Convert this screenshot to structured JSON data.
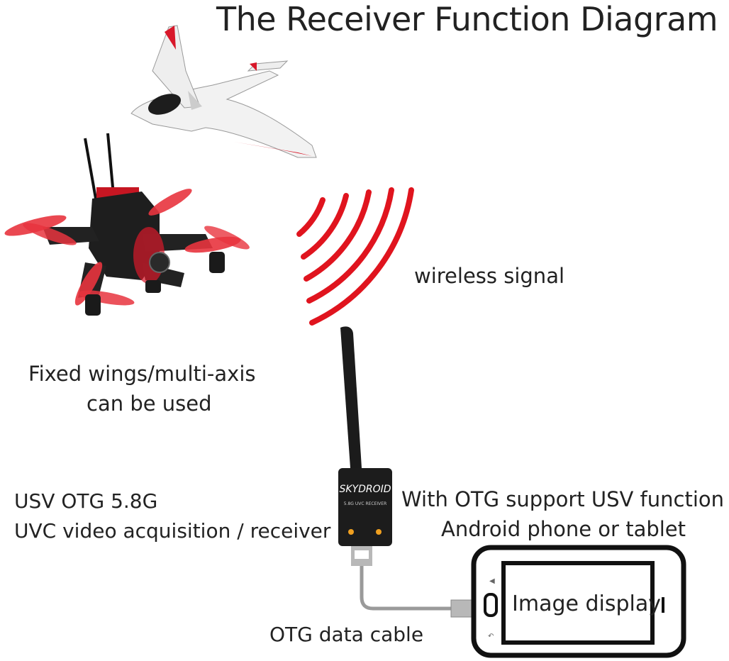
{
  "title": "The Receiver Function Diagram",
  "labels": {
    "wireless_signal": "wireless signal",
    "fixed_line1": "Fixed wings/multi-axis",
    "fixed_line2": "can be used",
    "usv_line1": "USV OTG 5.8G",
    "usv_line2": "UVC video acquisition / receiver",
    "otg_line1": "With OTG support USV function",
    "otg_line2": "Android phone or tablet",
    "cable": "OTG data cable",
    "image_display": "Image display"
  },
  "receiver": {
    "brand": "SKYDROID",
    "model": "5.8G UVC RECEIVER"
  },
  "colors": {
    "signal_red": "#e0141e",
    "device_black": "#1c1c1c",
    "cable_gray": "#9a9a9a"
  }
}
